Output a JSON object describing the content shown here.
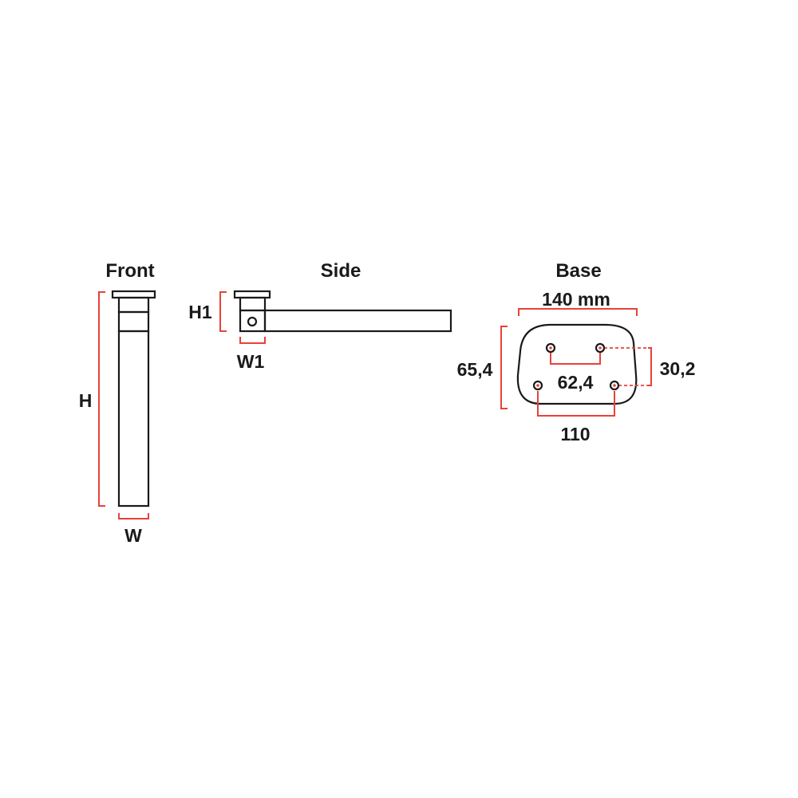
{
  "views": {
    "front": {
      "title": "Front",
      "height_label": "H",
      "width_label": "W"
    },
    "side": {
      "title": "Side",
      "height_label": "H1",
      "width_label": "W1"
    },
    "base": {
      "title": "Base",
      "overall_width_label": "140 mm",
      "overall_height_label": "65,4",
      "hole_spacing_top_label": "62,4",
      "hole_spacing_bottom_label": "110",
      "hole_row_offset_label": "30,2"
    }
  },
  "colors": {
    "outline": "#1a1a1a",
    "dimension": "#e8413a",
    "background": "#ffffff"
  }
}
